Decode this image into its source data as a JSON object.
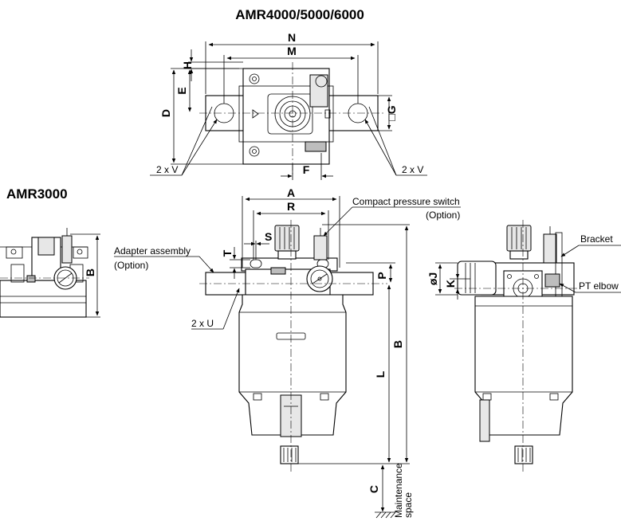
{
  "titles": {
    "large_series": "AMR4000/5000/6000",
    "small_series": "AMR3000"
  },
  "dimensions": {
    "N": "N",
    "M": "M",
    "H": "H",
    "E": "E",
    "D": "D",
    "G": "□G",
    "F": "F",
    "A": "A",
    "R": "R",
    "S": "S",
    "T": "T",
    "P": "P",
    "B": "B",
    "L": "L",
    "C": "C",
    "J": "øJ",
    "K": "K"
  },
  "callouts": {
    "two_x_v_left": "2 x V",
    "two_x_v_right": "2 x V",
    "two_x_u": "2 x U",
    "adapter_assembly": "Adapter assembly",
    "adapter_option": "(Option)",
    "pressure_switch": "Compact pressure switch",
    "pressure_switch_option": "(Option)",
    "bracket": "Bracket",
    "pt_elbow": "PT elbow",
    "maintenance_line1": "Maintenance",
    "maintenance_line2": "space"
  }
}
